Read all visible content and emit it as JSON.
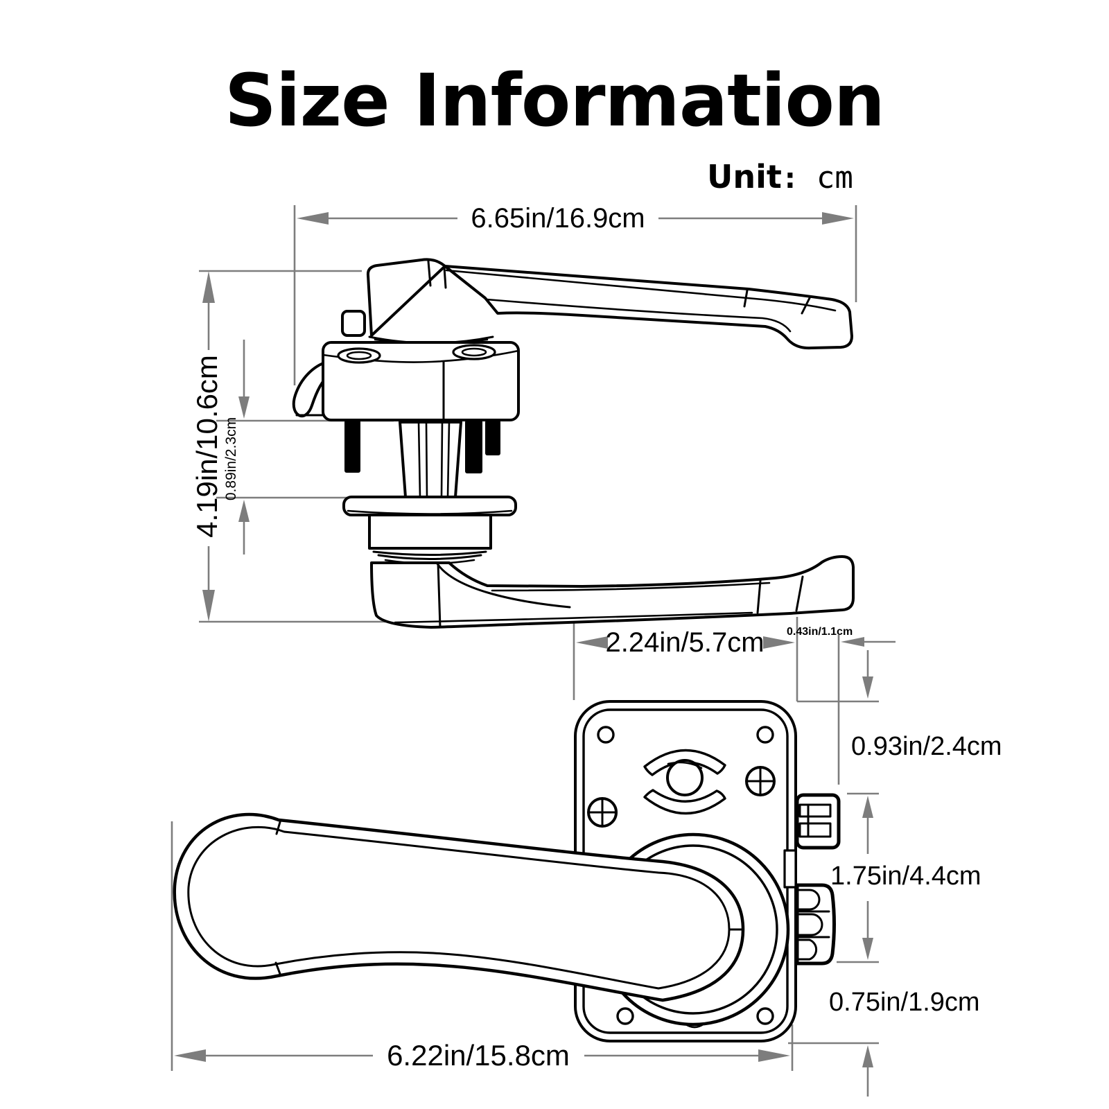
{
  "title": "Size Information",
  "unit": {
    "label": "Unit",
    "separator": ":",
    "value": "cm"
  },
  "dimensions": {
    "top_width": "6.65in/16.9cm",
    "left_height": "4.19in/10.6cm",
    "spindle_length": "0.89in/2.3cm",
    "plate_width": "2.24in/5.7cm",
    "latch_depth": "0.43in/1.1cm",
    "top_offset": "0.93in/2.4cm",
    "latch_section": "1.75in/4.4cm",
    "bottom_offset": "0.75in/1.9cm",
    "lever_length": "6.22in/15.8cm"
  },
  "colors": {
    "background": "#ffffff",
    "drawing_line": "#000000",
    "dimension_line": "#7d7d7d",
    "text": "#000000"
  }
}
